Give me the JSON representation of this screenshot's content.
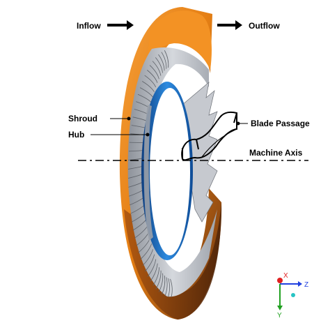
{
  "labels": {
    "inflow": "Inflow",
    "outflow": "Outflow",
    "shroud": "Shroud",
    "hub": "Hub",
    "blade_passage": "Blade Passage",
    "machine_axis": "Machine Axis"
  },
  "triad": {
    "x": "X",
    "y": "Y",
    "z": "Z"
  },
  "colors": {
    "shroud": "#f08a1c",
    "shroud_dark": "#7a3a10",
    "hub": "#1e74c6",
    "blades": "#b8bcc4",
    "x_axis": "#e02020",
    "y_axis": "#20a020",
    "z_axis": "#2040e0"
  }
}
